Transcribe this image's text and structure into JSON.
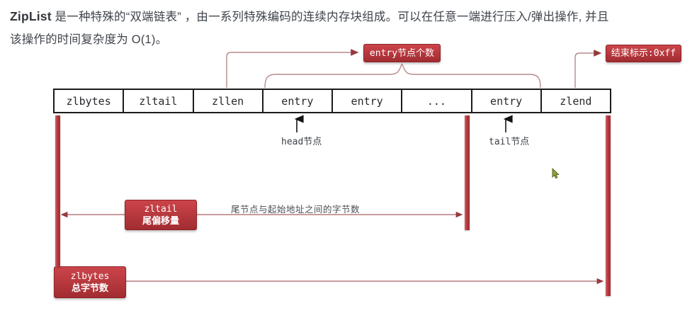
{
  "intro": {
    "bold": "ZipList",
    "line1_rest": " 是一种特殊的“双端链表” ，由一系列特殊编码的连续内存块组成。可以在任意一端进行压入/弹出操作, 并且",
    "line2": "该操作的时间复杂度为 O(1)。"
  },
  "structure_table": {
    "cells": [
      "zlbytes",
      "zltail",
      "zllen",
      "entry",
      "entry",
      "...",
      "entry",
      "zlend"
    ]
  },
  "callouts": {
    "entry_count": "entry节点个数",
    "end_marker": "结束标示:0xff",
    "zltail_line1": "zltail",
    "zltail_line2": "尾偏移量",
    "zlbytes_line1": "zlbytes",
    "zlbytes_line2": "总字节数",
    "head_node": "head节点",
    "tail_node": "tail节点",
    "tail_offset_desc": "尾节点与起始地址之间的字节数"
  },
  "colors": {
    "label_red": "#b93a3f",
    "bar_red": "#b83b40",
    "connector_rose": "#b8898c",
    "arrow_red": "#96383c",
    "table_border": "#1b1b1b",
    "text_dark": "#3f444b"
  }
}
